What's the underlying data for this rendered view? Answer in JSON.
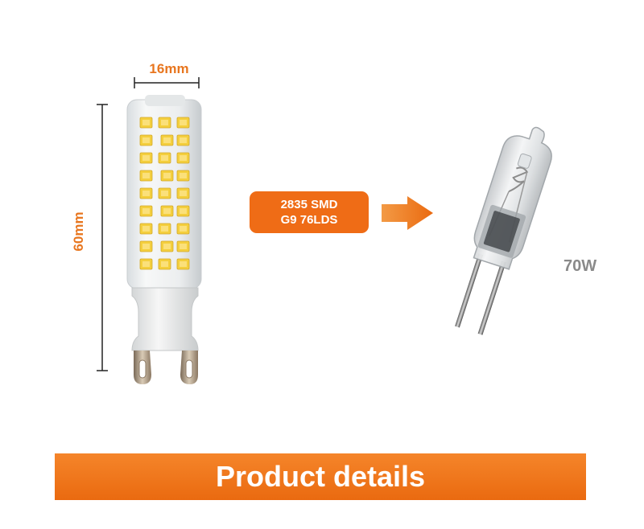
{
  "annotations": {
    "width_label": "16mm",
    "height_label": "60mm"
  },
  "spec_badge": {
    "line1": "2835 SMD",
    "line2": "G9 76LDS"
  },
  "halogen": {
    "wattage": "70W"
  },
  "banner": {
    "title": "Product details"
  },
  "colors": {
    "accent_orange": "#ef6c16",
    "dimension_line": "#222222",
    "wattage_gray": "#8a8a8a"
  },
  "icons": {
    "arrow": "arrow-right-icon",
    "led_bulb": "led-bulb-illustration",
    "halogen_bulb": "halogen-bulb-illustration"
  }
}
